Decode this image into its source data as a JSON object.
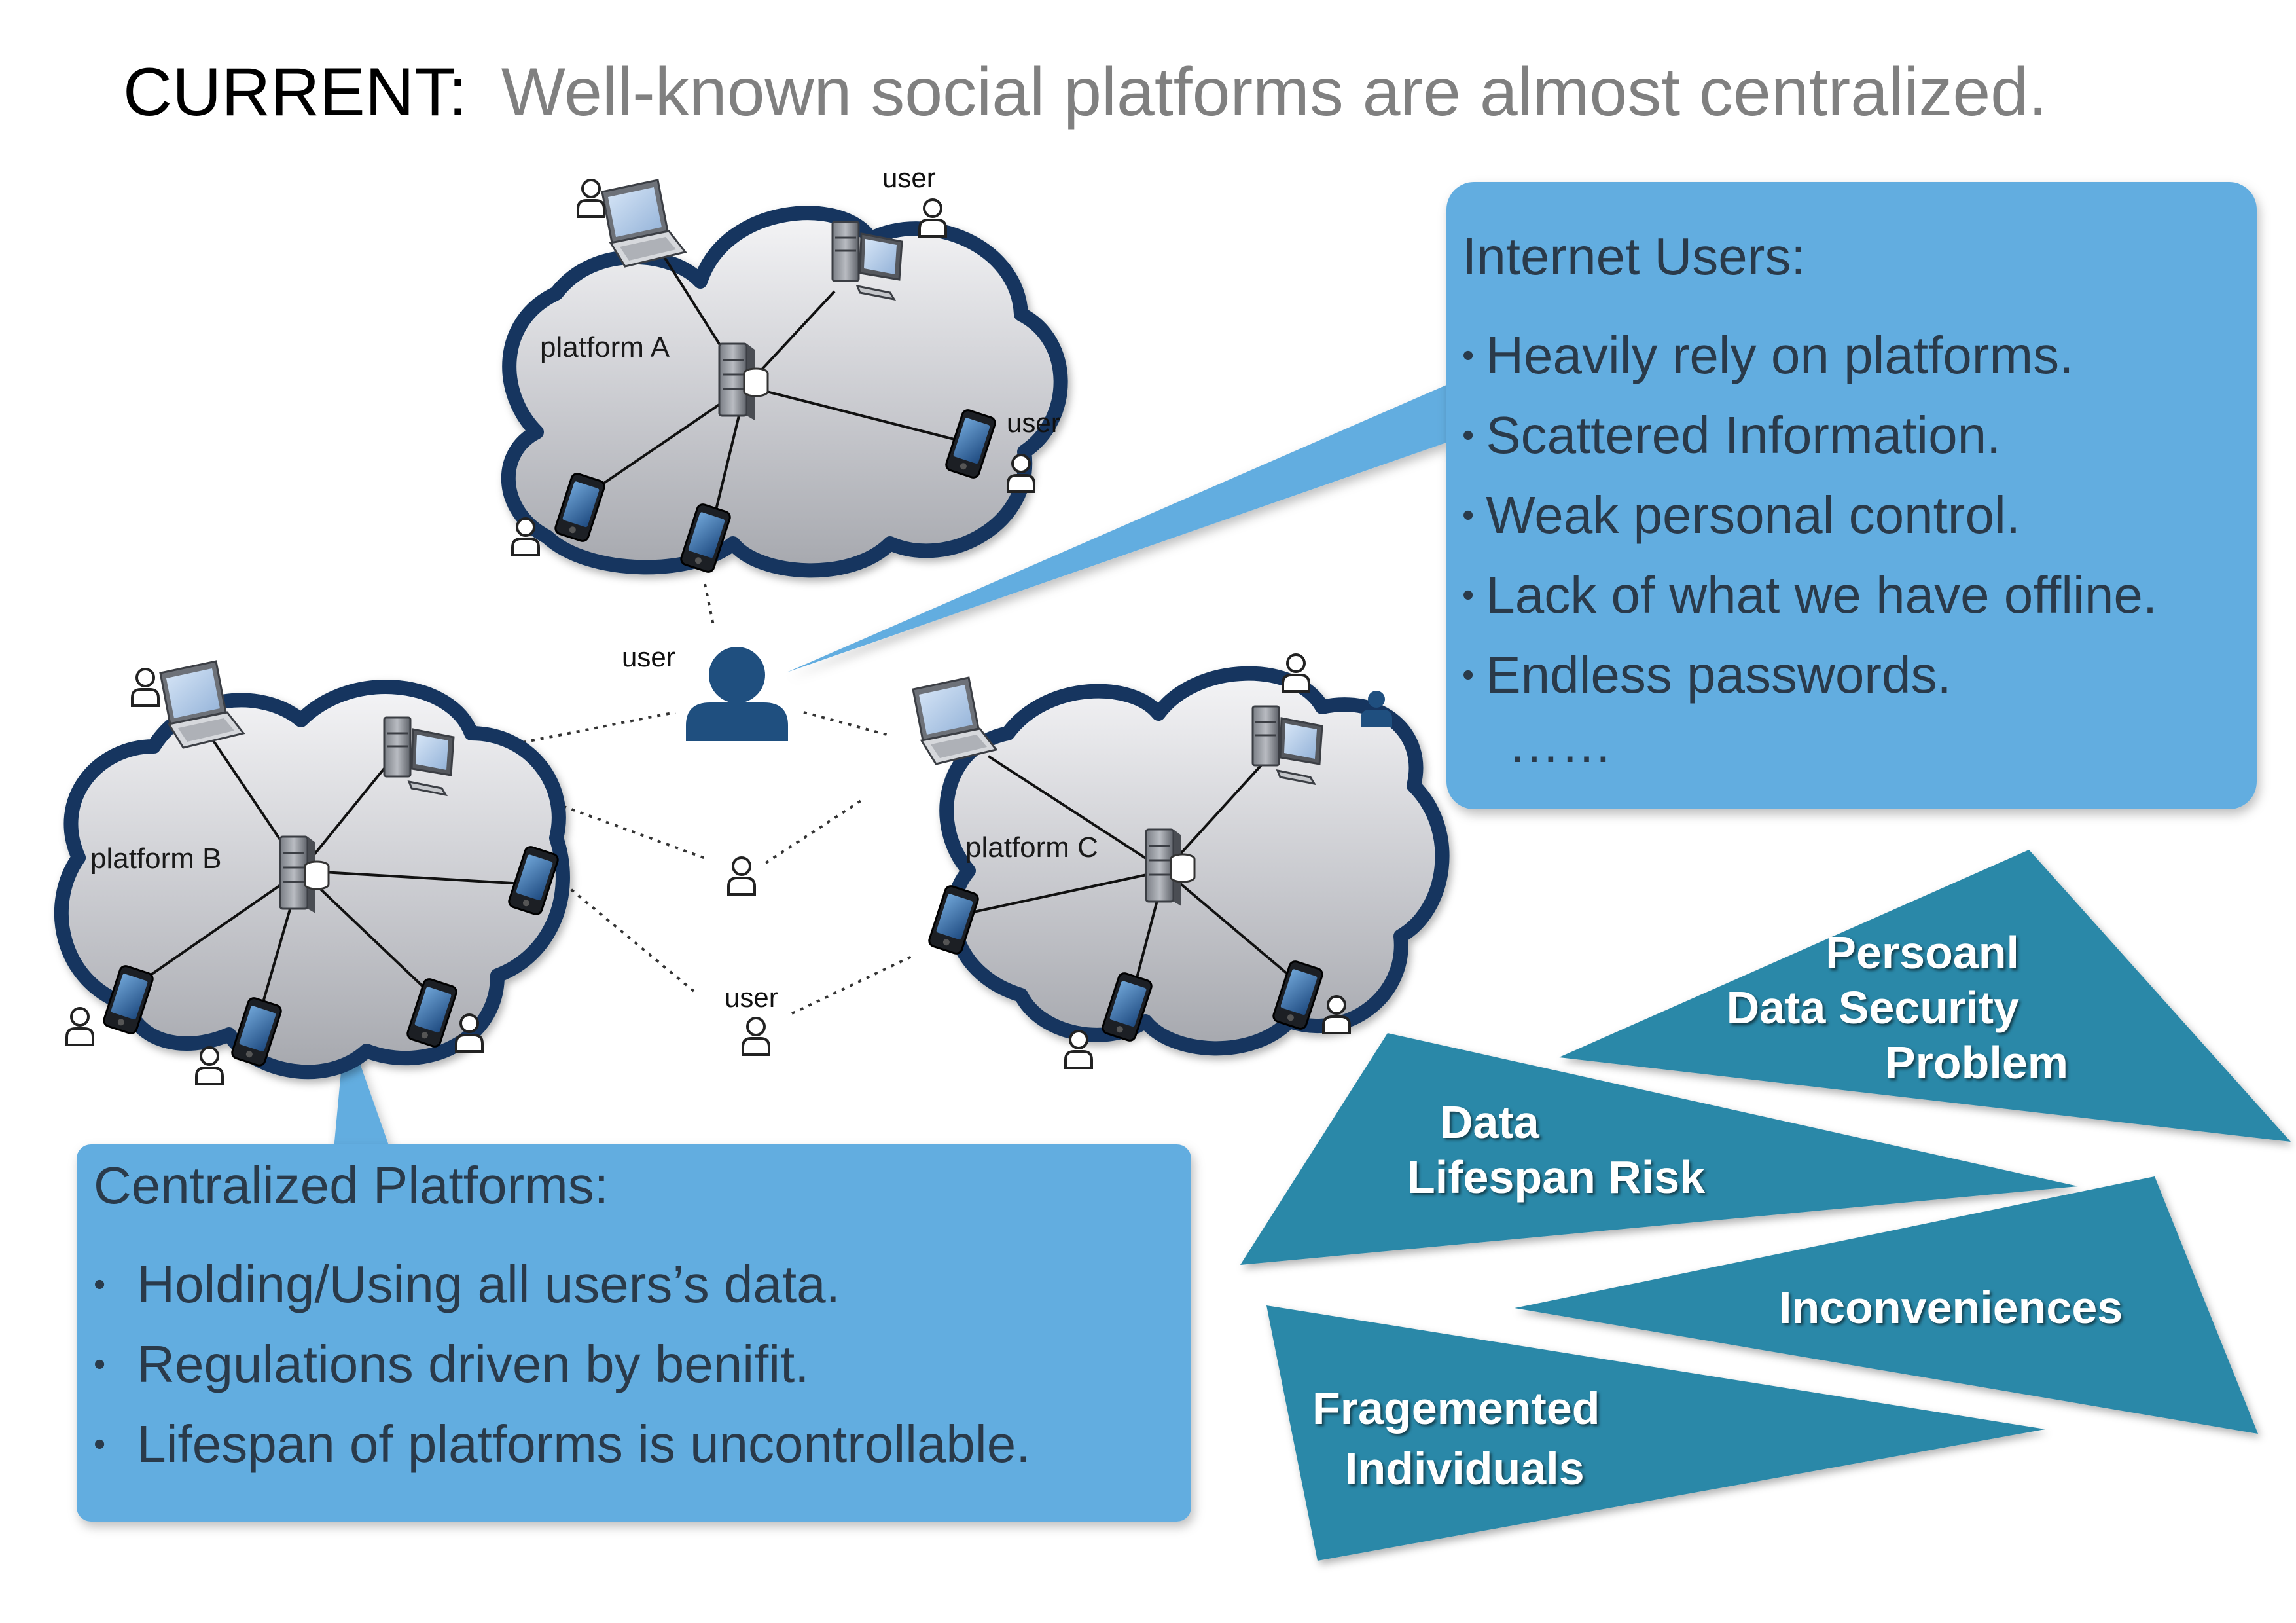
{
  "title": {
    "prefix": "CURRENT:",
    "statement": "Well-known social platforms are almost centralized."
  },
  "clouds": [
    {
      "id": "a",
      "label": "platform A"
    },
    {
      "id": "b",
      "label": "platform B"
    },
    {
      "id": "c",
      "label": "platform C"
    }
  ],
  "user_labels": {
    "a_top": "user",
    "a_right": "user",
    "center": "user",
    "bottom": "user"
  },
  "internet_users": {
    "heading": "Internet Users:",
    "items": [
      "Heavily rely on platforms.",
      "Scattered Information.",
      "Weak personal control.",
      "Lack of what we have offline.",
      "Endless passwords."
    ],
    "ellipsis": "……"
  },
  "centralized_platforms": {
    "heading": "Centralized Platforms:",
    "items": [
      "Holding/Using all users’s data.",
      "Regulations driven by benifit.",
      "Lifespan of platforms is uncontrollable."
    ]
  },
  "problems": {
    "security": [
      "Persoanl",
      "Data Security",
      "Problem"
    ],
    "lifespan": [
      "Data",
      "Lifespan Risk"
    ],
    "inconvenience": "Inconveniences",
    "fragmented": [
      "Fragemented",
      "Individuals"
    ]
  },
  "colors": {
    "callout": "#62ade0",
    "triangle": "#2b88a8",
    "cloud_border": "#13365e",
    "person_dark": "#1f4f7f",
    "title_prefix": "#000000",
    "title_statement": "#808080"
  }
}
